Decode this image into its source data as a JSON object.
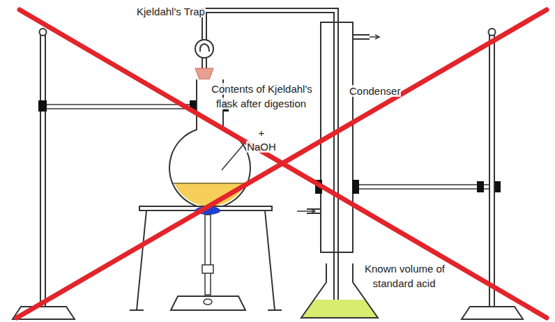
{
  "diagram": {
    "labels": [
      "Kjeldahl's Trap",
      "Contents of Kjeldahl's flask after digestion",
      "+",
      "NaOH",
      "Condenser",
      "Known volume of standard acid"
    ]
  }
}
